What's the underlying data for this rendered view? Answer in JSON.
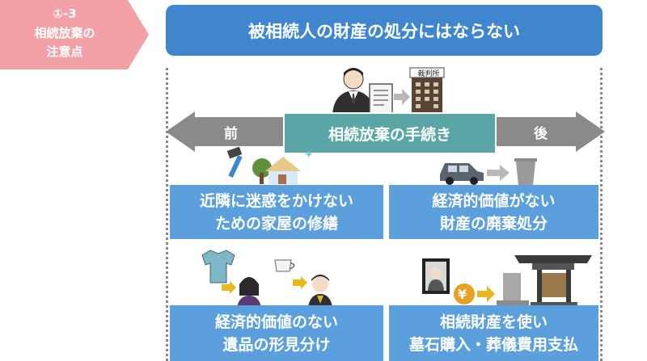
{
  "badge": {
    "line1": "①-3",
    "line2": "相続放棄の",
    "line3": "注意点"
  },
  "title": "被相続人の財産の処分にはならない",
  "court_sign": "裁判所",
  "arrows": {
    "before": "前",
    "after": "後"
  },
  "procedure": "相続放棄の手続き",
  "cards": [
    {
      "line1": "近隣に迷惑をかけない",
      "line2": "ための家屋の修繕"
    },
    {
      "line1": "経済的価値がない",
      "line2": "財産の廃棄処分"
    },
    {
      "line1": "経済的価値のない",
      "line2": "遺品の形見分け"
    },
    {
      "line1": "相続財産を使い",
      "line2": "墓石購入・葬儀費用支払"
    }
  ],
  "yen_symbol": "¥",
  "colors": {
    "badge": "#f2a1a6",
    "title": "#3f86cf",
    "procedure": "#5aa6a6",
    "card": "#5b9fdc",
    "arrow": "#8a8a8a"
  }
}
